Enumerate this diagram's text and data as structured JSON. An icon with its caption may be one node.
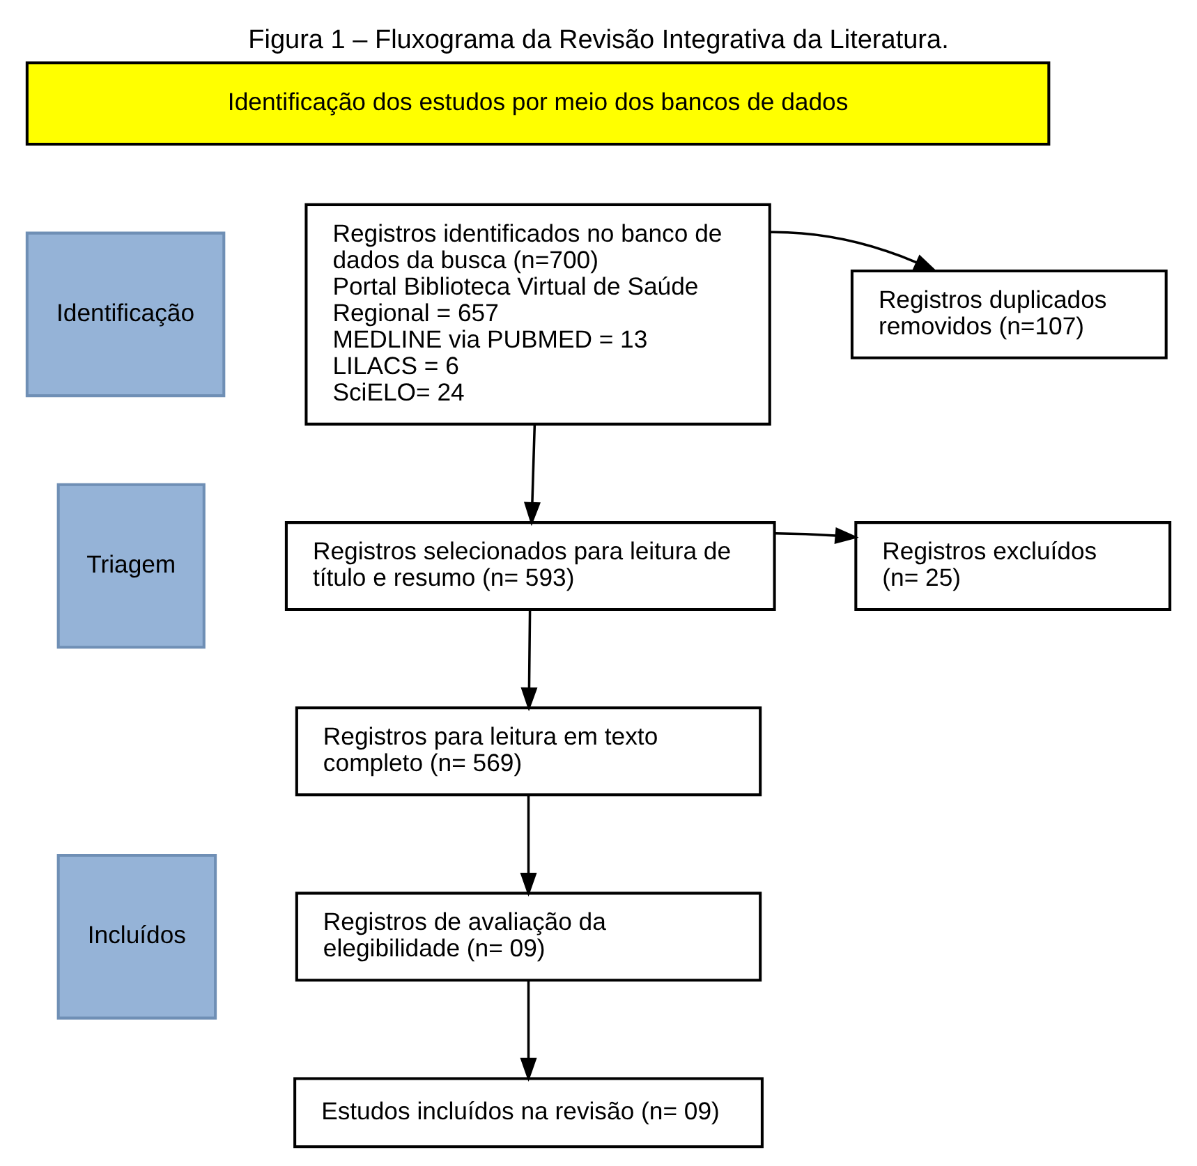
{
  "diagram": {
    "title": "Figura 1 – Fluxograma da Revisão Integrativa da Literatura.",
    "nodes": [
      {
        "text": [
          "Identificação dos estudos por meio dos bancos de dados"
        ]
      },
      {
        "text": [
          "Identificação"
        ]
      },
      {
        "text": [
          "Registros identificados no banco de dados da busca (n=700)",
          "Portal Biblioteca Virtual de Saúde Regional = 657",
          "MEDLINE via PUBMED = 13",
          "LILACS = 6",
          "SciELO= 24"
        ]
      },
      {
        "text": [
          "Registros duplicados removidos (n=107)"
        ]
      },
      {
        "text": [
          "Triagem"
        ]
      },
      {
        "text": [
          "Registros selecionados para leitura de título e resumo (n= 593)"
        ]
      },
      {
        "text": [
          "Registros excluídos (n= 25)"
        ]
      },
      {
        "text": [
          "Registros para leitura em texto completo (n= 569)"
        ]
      },
      {
        "text": [
          "Incluídos"
        ]
      },
      {
        "text": [
          "Registros de avaliação da elegibilidade (n= 09)"
        ]
      },
      {
        "text": [
          "Estudos incluídos na revisão (n= 09)"
        ]
      }
    ],
    "edges": [
      {
        "from": 2,
        "to": 3,
        "arrow": "to"
      },
      {
        "from": 2,
        "to": 5,
        "arrow": "to"
      },
      {
        "from": 5,
        "to": 6,
        "arrow": "to"
      },
      {
        "from": 5,
        "to": 7,
        "arrow": "to"
      },
      {
        "from": 7,
        "to": 9,
        "arrow": "to"
      },
      {
        "from": 9,
        "to": 10,
        "arrow": "to"
      }
    ]
  }
}
